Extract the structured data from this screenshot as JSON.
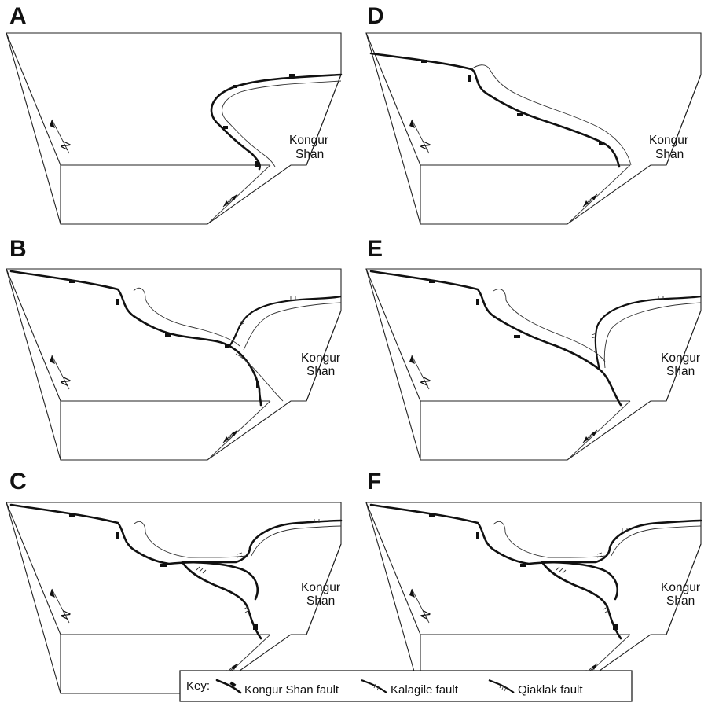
{
  "panels": [
    {
      "letter": "A",
      "place_line1": "Kongur",
      "place_line2": "Shan",
      "north": "N"
    },
    {
      "letter": "B",
      "place_line1": "Kongur",
      "place_line2": "Shan",
      "north": "N"
    },
    {
      "letter": "C",
      "place_line1": "Kongur",
      "place_line2": "Shan",
      "north": "N"
    },
    {
      "letter": "D",
      "place_line1": "Kongur",
      "place_line2": "Shan",
      "north": "N"
    },
    {
      "letter": "E",
      "place_line1": "Kongur",
      "place_line2": "Shan",
      "north": "N"
    },
    {
      "letter": "F",
      "place_line1": "Kongur",
      "place_line2": "Shan",
      "north": "N"
    }
  ],
  "key": {
    "label": "Key:",
    "items": [
      {
        "label": "Kongur Shan fault",
        "symbol": "kongur-shan-fault-symbol"
      },
      {
        "label": "Kalagile fault",
        "symbol": "kalagile-fault-symbol"
      },
      {
        "label": "Qiaklak fault",
        "symbol": "qiaklak-fault-symbol"
      }
    ]
  }
}
